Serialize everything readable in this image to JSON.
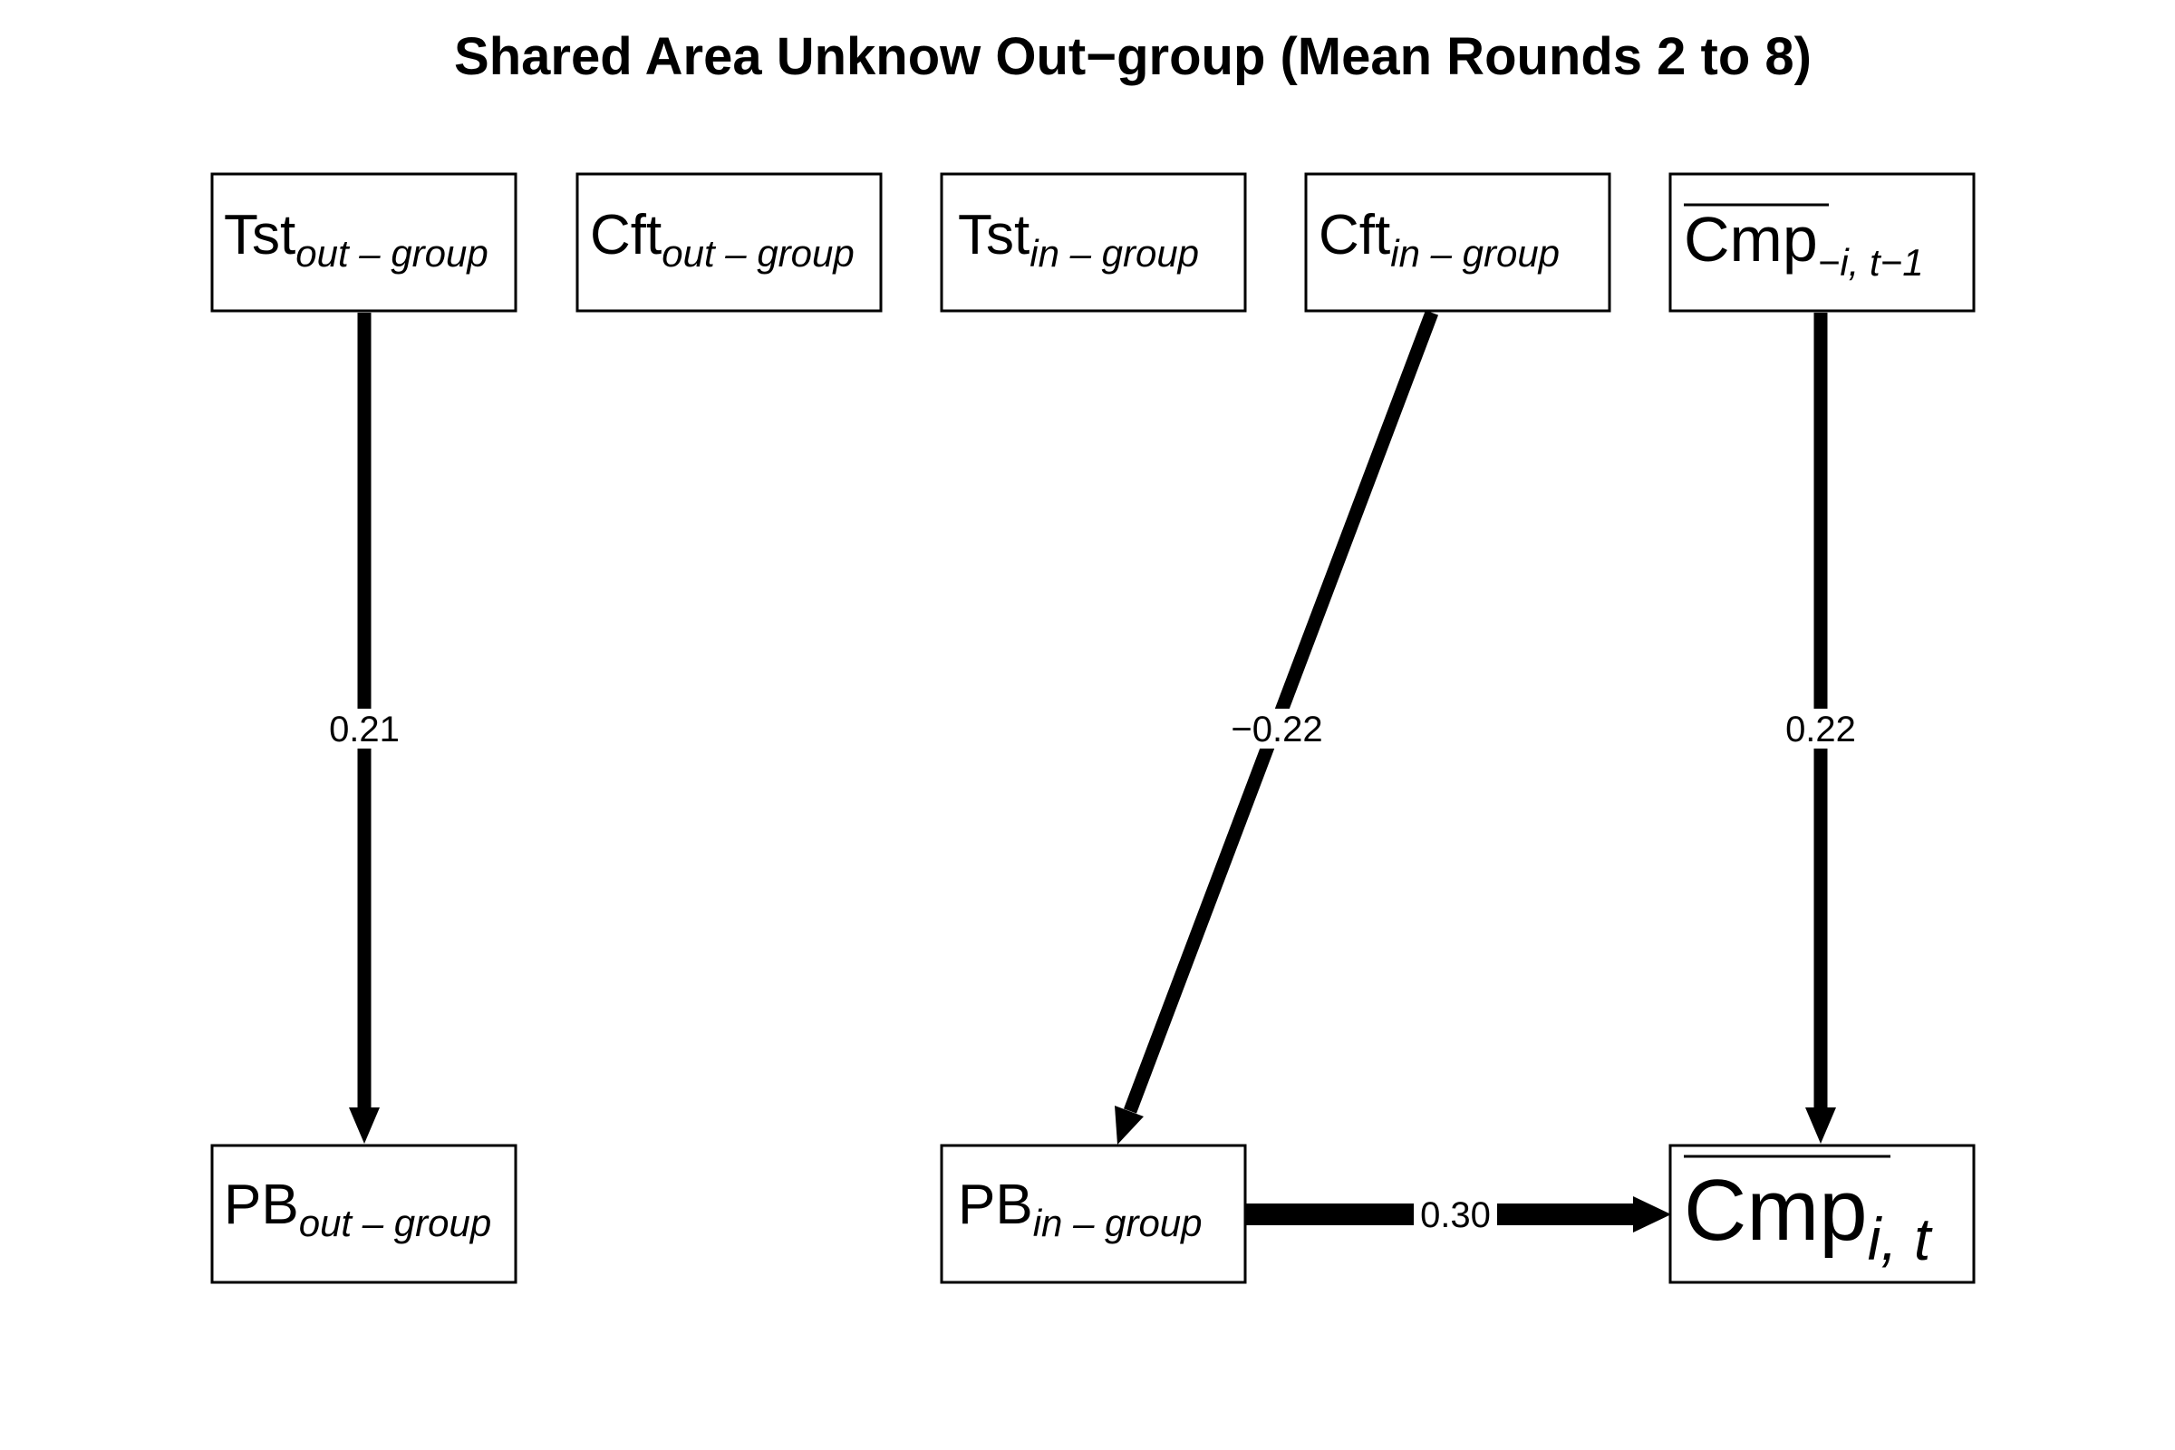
{
  "title": "Shared Area Unknow Out−group (Mean Rounds 2 to 8)",
  "nodes": {
    "tst_out": {
      "main": "Tst",
      "sub": "out – group"
    },
    "cft_out": {
      "main": "Cft",
      "sub": "out – group"
    },
    "tst_in": {
      "main": "Tst",
      "sub": "in – group"
    },
    "cft_in": {
      "main": "Cft",
      "sub": "in – group"
    },
    "cmp_lag": {
      "main": "Cmp",
      "sub": "−i, t−1",
      "overline": true
    },
    "pb_out": {
      "main": "PB",
      "sub": "out – group"
    },
    "pb_in": {
      "main": "PB",
      "sub": "in – group"
    },
    "cmp_it": {
      "main": "Cmp",
      "sub": "i, t",
      "overline": true
    }
  },
  "edges": [
    {
      "from": "tst_out",
      "to": "pb_out",
      "coefficient": "0.21"
    },
    {
      "from": "cft_in",
      "to": "pb_in",
      "coefficient": "−0.22"
    },
    {
      "from": "cmp_lag",
      "to": "cmp_it",
      "coefficient": "0.22"
    },
    {
      "from": "pb_in",
      "to": "cmp_it",
      "coefficient": "0.30"
    }
  ]
}
